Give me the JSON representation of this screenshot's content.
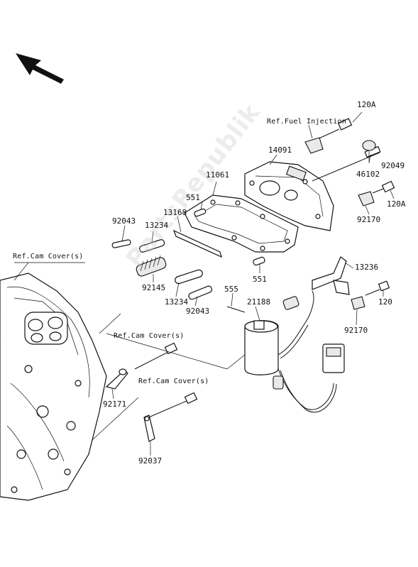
{
  "diagram": {
    "refs": {
      "fuel_injection": "Ref.Fuel Injection",
      "cam_cover_left": "Ref.Cam Cover(s)",
      "cam_cover_mid": "Ref.Cam Cover(s)",
      "cam_cover_low": "Ref.Cam Cover(s)"
    },
    "parts": {
      "p120a_top": "120A",
      "p14091": "14091",
      "p11061": "11061",
      "p46102": "46102",
      "p92049": "92049",
      "p551_top": "551",
      "p120a_mid": "120A",
      "p13168": "13168",
      "p92043_left": "92043",
      "p13234_top": "13234",
      "p92170_top": "92170",
      "p13236": "13236",
      "p92145": "92145",
      "p551_mid": "551",
      "p555": "555",
      "p13234_low": "13234",
      "p92043_low": "92043",
      "p21188": "21188",
      "p120": "120",
      "p92170_low": "92170",
      "p92171": "92171",
      "p92037": "92037"
    },
    "watermark": "PartsRepublik"
  }
}
